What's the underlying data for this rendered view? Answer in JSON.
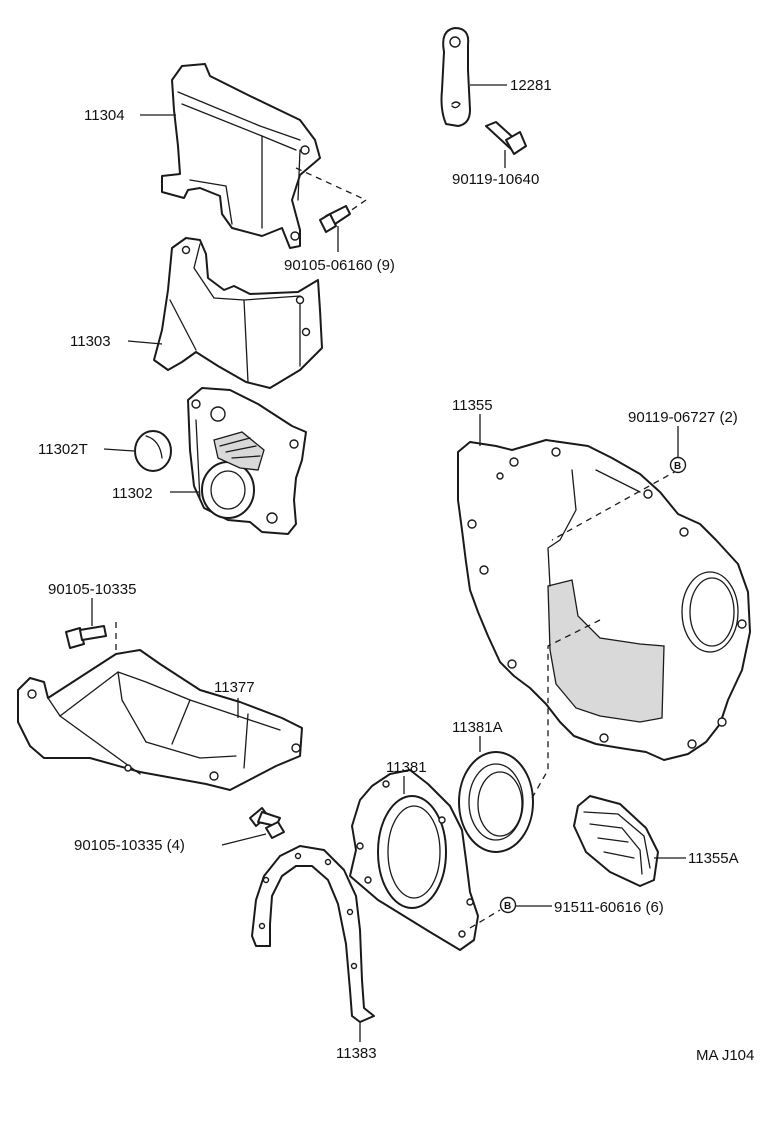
{
  "parts": {
    "p12281": "12281",
    "p90119_10640": "90119-10640",
    "p11304": "11304",
    "p90105_06160": "90105-06160 (9)",
    "p11303": "11303",
    "p11302T": "11302T",
    "p11302": "11302",
    "p11355": "11355",
    "p90119_06727": "90119-06727 (2)",
    "p90105_10335_top": "90105-10335",
    "p11377": "11377",
    "p11381A": "11381A",
    "p11381": "11381",
    "p90105_10335_4": "90105-10335 (4)",
    "p11355A": "11355A",
    "p91511_60616": "91511-60616 (6)",
    "p11383": "11383"
  },
  "markers": {
    "b_upper": "B",
    "b_lower": "B"
  },
  "footer": {
    "code": "MA J104"
  }
}
